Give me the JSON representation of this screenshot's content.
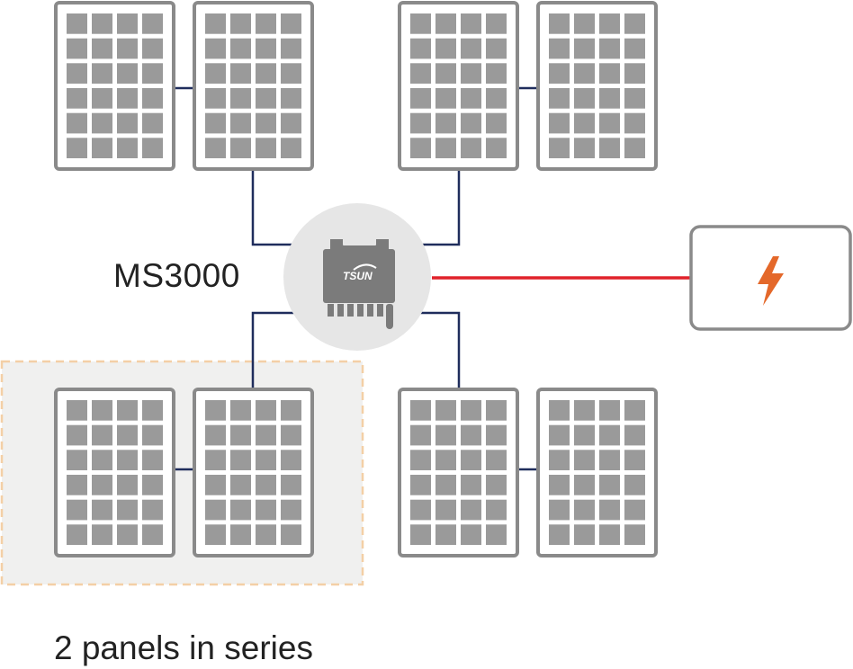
{
  "device": {
    "model": "MS3000",
    "brand_logo": "TSUN"
  },
  "caption": "2 panels in series",
  "grid_icon": "lightning-bolt-icon",
  "colors": {
    "panel_border": "#8a8a8a",
    "panel_cell": "#9a9a9a",
    "dc_wire": "#1f2d5c",
    "ac_wire": "#e0222a",
    "bolt": "#e4682a",
    "highlight_border": "#f3cfa6",
    "highlight_fill": "#f0f0ef",
    "inverter_circle": "#e6e6e6",
    "inverter_body": "#7b7b7b"
  },
  "panel_layout": {
    "columns": 4,
    "rows": 6
  }
}
